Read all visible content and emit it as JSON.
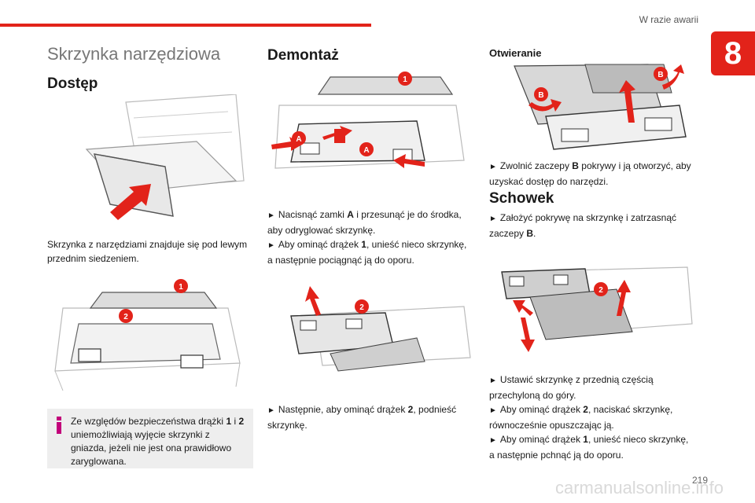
{
  "header": {
    "running_head": "W razie awarii",
    "chapter": "8"
  },
  "col1": {
    "title": "Skrzynka narzędziowa",
    "access_heading": "Dostęp",
    "access_text": "Skrzynka z narzędziami znajduje się pod lewym przednim siedzeniem.",
    "callouts": [
      "1",
      "2"
    ],
    "info": {
      "text_a": "Ze względów bezpieczeństwa drążki ",
      "bold_1": "1",
      "text_b": " i ",
      "bold_2": "2",
      "text_c": " uniemożliwiają wyjęcie skrzynki z gniazda, jeżeli nie jest ona prawidłowo zaryglowana."
    }
  },
  "col2": {
    "heading": "Demontaż",
    "callouts_top": [
      "1",
      "A",
      "A"
    ],
    "step1": {
      "a": "Nacisnąć zamki ",
      "b": "A",
      "c": " i przesunąć je do środka, aby odryglować skrzynkę."
    },
    "step2": {
      "a": "Aby ominąć drążek ",
      "b": "1",
      "c": ", unieść nieco skrzynkę, a następnie pociągnąć ją do oporu."
    },
    "callout_mid": "2",
    "step3": {
      "a": "Następnie, aby ominąć drążek ",
      "b": "2",
      "c": ", podnieść skrzynkę."
    }
  },
  "col3": {
    "heading_open": "Otwieranie",
    "callouts_top": [
      "B",
      "B"
    ],
    "step_open": {
      "a": "Zwolnić zaczepy ",
      "b": "B",
      "c": " pokrywy i ją otworzyć, aby uzyskać dostęp do narzędzi."
    },
    "heading_store": "Schowek",
    "step_store": {
      "a": "Założyć pokrywę na skrzynkę i zatrzasnąć zaczepy ",
      "b": "B",
      "c": "."
    },
    "callout_mid": "2",
    "step4": {
      "a": "Ustawić skrzynkę z przednią częścią przechyloną do góry."
    },
    "step5": {
      "a": "Aby ominąć drążek ",
      "b": "2",
      "c": ", naciskać skrzynkę, równocześnie opuszczając ją."
    },
    "step6": {
      "a": "Aby ominąć drążek ",
      "b": "1",
      "c": ", unieść nieco skrzynkę, a następnie pchnąć ją do oporu."
    }
  },
  "footer": {
    "page_number": "219",
    "watermark": "carmanualsonline.info"
  },
  "colors": {
    "accent_red": "#e2231a",
    "info_magenta": "#c2007a",
    "info_bg": "#eeeeee"
  },
  "icons": {
    "step_marker": "►"
  }
}
